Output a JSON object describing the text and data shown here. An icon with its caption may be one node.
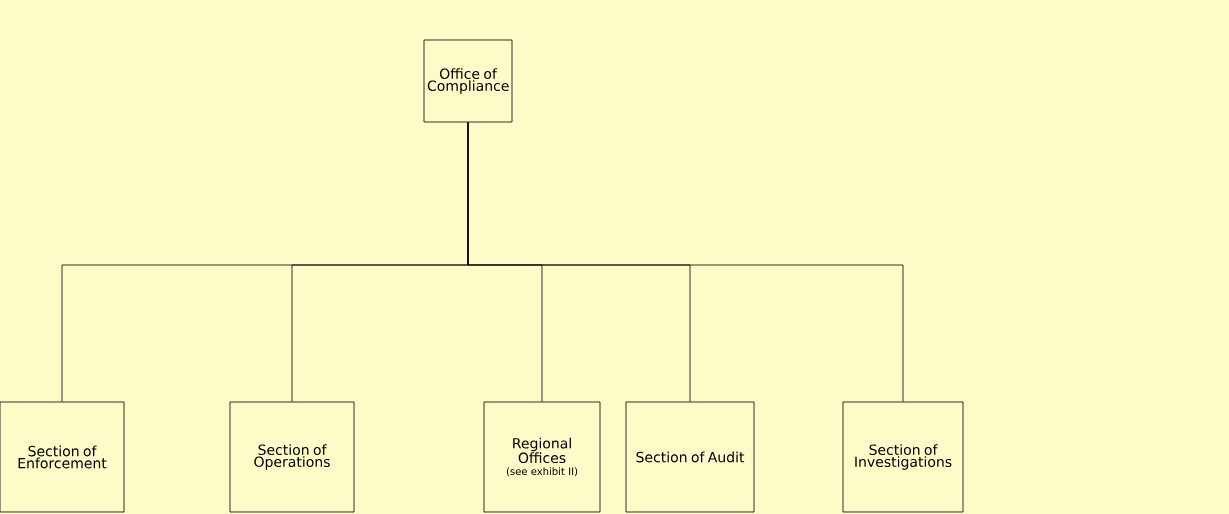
{
  "diagram": {
    "nodes": [
      {
        "text": [
          "Office of Compliance"
        ]
      },
      {
        "text": [
          "Section of Enforcement"
        ]
      },
      {
        "text": [
          "Section of Operations"
        ]
      },
      {
        "text": [
          "Regional Offices",
          "(see exhibit II)"
        ]
      },
      {
        "text": [
          "Section of Audit"
        ]
      },
      {
        "text": [
          "Section of Investigations"
        ]
      }
    ],
    "edges": [
      {
        "from": 0,
        "to": 1,
        "arrow": "none"
      },
      {
        "from": 0,
        "to": 2,
        "arrow": "none"
      },
      {
        "from": 0,
        "to": 3,
        "arrow": "none"
      },
      {
        "from": 0,
        "to": 4,
        "arrow": "none"
      },
      {
        "from": 0,
        "to": 5,
        "arrow": "none"
      }
    ]
  }
}
